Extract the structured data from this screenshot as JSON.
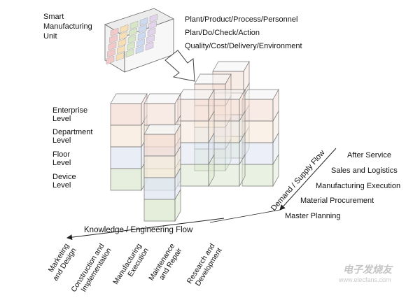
{
  "unit": {
    "title_lines": [
      "Smart",
      "Manufacturing",
      "Unit"
    ]
  },
  "dimensions": [
    "Plant/Product/Process/Personnel",
    "Plan/Do/Check/Action",
    "Quality/Cost/Delivery/Environment"
  ],
  "levels": [
    {
      "line1": "Enterprise",
      "line2": "Level",
      "color": "#f3dcd3"
    },
    {
      "line1": "Department",
      "line2": "Level",
      "color": "#f6e8d8"
    },
    {
      "line1": "Floor",
      "line2": "Level",
      "color": "#dfe5f1"
    },
    {
      "line1": "Device",
      "line2": "Level",
      "color": "#dbe8cf"
    }
  ],
  "lifecycle": {
    "axis_label": "Knowledge / Engineering Flow",
    "stages": [
      {
        "line1": "Marketing",
        "line2": "and Design"
      },
      {
        "line1": "Construction and",
        "line2": "Implementation"
      },
      {
        "line1": "Manufacturing",
        "line2": "Execution"
      },
      {
        "line1": "Maintenance",
        "line2": "and Repair"
      },
      {
        "line1": "Research and",
        "line2": "Development"
      }
    ]
  },
  "supply_chain": {
    "axis_label": "Demand / Supply Flow",
    "stages": [
      "After Service",
      "Sales and Logistics",
      "Manufacturing Execution",
      "Material Procurement",
      "Master Planning"
    ]
  },
  "colors": {
    "enterprise": "#f3dcd3",
    "department": "#f6e8d8",
    "floor": "#dfe5f1",
    "device": "#dbe8cf",
    "edge": "#7a7a7a"
  },
  "watermark": {
    "title": "电子发烧友",
    "url": "www.elecfans.com"
  }
}
